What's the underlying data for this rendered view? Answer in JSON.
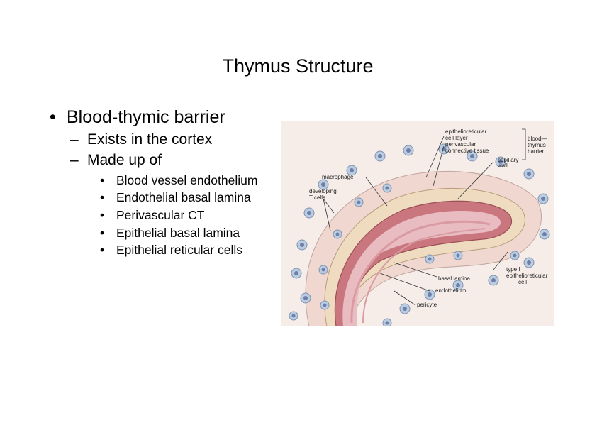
{
  "slide": {
    "title": "Thymus Structure",
    "bullet": {
      "mark": "•",
      "text": "Blood-thymic barrier",
      "sub": [
        {
          "mark": "–",
          "text": "Exists in the cortex"
        },
        {
          "mark": "–",
          "text": "Made up of"
        }
      ],
      "items": [
        {
          "mark": "•",
          "text": "Blood vessel endothelium"
        },
        {
          "mark": "•",
          "text": "Endothelial basal lamina"
        },
        {
          "mark": "•",
          "text": "Perivascular CT"
        },
        {
          "mark": "•",
          "text": "Epithelial basal lamina"
        },
        {
          "mark": "•",
          "text": "Epithelial reticular cells"
        }
      ]
    }
  },
  "figure": {
    "labels": {
      "epi_layer": "epithelioreticular",
      "epi_layer2": "cell layer",
      "perivascular": "perivascular",
      "perivascular2": "connective tissue",
      "capillary": "capillary",
      "capillary2": "wall",
      "bt1": "blood—",
      "bt2": "thymus",
      "bt3": "barrier",
      "macrophage": "macrophage",
      "developing": "developing",
      "tcells": "T cells",
      "type1": "type I",
      "type1b": "epithelioreticular",
      "type1c": "cell",
      "basal": "basal lamina",
      "endothelium": "endothelium",
      "pericyte": "pericyte"
    },
    "colors": {
      "background": "#f6ede9",
      "cortex": "#f0d7cf",
      "perivascular": "#efdcc0",
      "vessel_wall": "#c9767e",
      "lumen": "#e9bcc2",
      "cell_fill": "#b9cce0",
      "nucleus": "#6f7fa8"
    }
  }
}
